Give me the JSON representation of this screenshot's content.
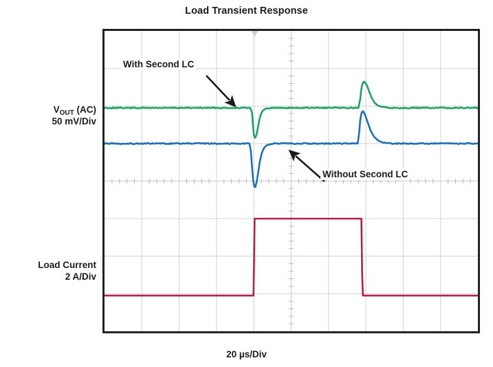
{
  "figure": {
    "title": "Load Transient Response",
    "x_caption": "20 µs/Div",
    "y_caption_vout_line1_main": "V",
    "y_caption_vout_line1_sub": "OUT",
    "y_caption_vout_line1_tail": " (AC)",
    "y_caption_vout_line2": "50 mV/Div",
    "y_caption_iload_line1": "Load Current",
    "y_caption_iload_line2": "2 A/Div"
  },
  "annotations": [
    {
      "name": "with-second-lc",
      "label": "With Second LC"
    },
    {
      "name": "without-second-lc",
      "label": "Without Second LC"
    }
  ],
  "colors": {
    "trace_green": "#1da362",
    "trace_blue": "#1c6fb8",
    "trace_crimson": "#b52049",
    "frame": "#232323",
    "grid_major": "#d2d2d2",
    "grid_tick": "#b9b9b9",
    "text": "#1b1b1b",
    "background": "#ffffff"
  },
  "chart_data": {
    "type": "line",
    "title": "Load Transient Response",
    "xlabel": "20 µs/Div",
    "ylabel": "",
    "grid": true,
    "legend": "annotation-arrows",
    "x_divisions": 10,
    "y_divisions": 8,
    "x_units_per_div": 20,
    "x_unit": "µs",
    "xlim_us": [
      -100,
      100
    ],
    "axes_note": "Oscilloscope capture: 10 horizontal divisions at 20 us/div, 8 vertical divisions; center crosshair at division 5 horizontal, division 4 vertical.",
    "series": [
      {
        "name": "With Second LC",
        "color": "#1da362",
        "units_per_div": 50,
        "unit": "mV",
        "channel_label": "VOUT (AC) 50 mV/Div",
        "baseline_div_from_top": 2.05,
        "undershoot_mV": -40,
        "overshoot_mV": 35,
        "points_us_mV": [
          [
            -100,
            0
          ],
          [
            -70,
            0
          ],
          [
            -45,
            0
          ],
          [
            -30,
            0
          ],
          [
            -24,
            0
          ],
          [
            -22,
            0
          ],
          [
            -21,
            -6
          ],
          [
            -20.5,
            -22
          ],
          [
            -20,
            -36
          ],
          [
            -19.4,
            -40
          ],
          [
            -18.6,
            -36
          ],
          [
            -17.8,
            -26
          ],
          [
            -17,
            -15
          ],
          [
            -16,
            -7
          ],
          [
            -15,
            -3
          ],
          [
            -13.5,
            -1
          ],
          [
            -11,
            0
          ],
          [
            -5,
            0
          ],
          [
            5,
            0
          ],
          [
            15,
            0
          ],
          [
            25,
            0
          ],
          [
            33,
            0
          ],
          [
            36,
            0
          ],
          [
            37,
            12
          ],
          [
            37.6,
            26
          ],
          [
            38.4,
            34
          ],
          [
            39.2,
            35
          ],
          [
            40.4,
            31
          ],
          [
            41.6,
            23
          ],
          [
            43,
            14
          ],
          [
            44.6,
            7
          ],
          [
            46.4,
            3
          ],
          [
            49,
            1
          ],
          [
            53,
            0
          ],
          [
            62,
            0
          ],
          [
            78,
            0
          ],
          [
            100,
            0
          ]
        ]
      },
      {
        "name": "Without Second LC",
        "color": "#1c6fb8",
        "units_per_div": 50,
        "unit": "mV",
        "channel_label": "VOUT (AC) 50 mV/Div",
        "baseline_div_from_top": 3.0,
        "undershoot_mV": -58,
        "overshoot_mV": 43,
        "points_us_mV": [
          [
            -100,
            0
          ],
          [
            -70,
            0
          ],
          [
            -45,
            0
          ],
          [
            -30,
            0
          ],
          [
            -24,
            0
          ],
          [
            -22.4,
            0
          ],
          [
            -21.6,
            -10
          ],
          [
            -21,
            -30
          ],
          [
            -20.4,
            -48
          ],
          [
            -19.8,
            -57
          ],
          [
            -19.2,
            -58
          ],
          [
            -18.4,
            -50
          ],
          [
            -17.6,
            -37
          ],
          [
            -16.8,
            -24
          ],
          [
            -15.8,
            -13
          ],
          [
            -14.6,
            -6
          ],
          [
            -13.2,
            -2
          ],
          [
            -11.5,
            -1
          ],
          [
            -9,
            0
          ],
          [
            0,
            0
          ],
          [
            12,
            0
          ],
          [
            24,
            0
          ],
          [
            33,
            0
          ],
          [
            35.6,
            0
          ],
          [
            36.4,
            14
          ],
          [
            37,
            32
          ],
          [
            37.8,
            42
          ],
          [
            38.6,
            43
          ],
          [
            39.6,
            38
          ],
          [
            41,
            28
          ],
          [
            42.6,
            17
          ],
          [
            44.4,
            9
          ],
          [
            46.6,
            4
          ],
          [
            49.4,
            1
          ],
          [
            54,
            0
          ],
          [
            66,
            0
          ],
          [
            84,
            0
          ],
          [
            100,
            0
          ]
        ]
      },
      {
        "name": "Load Current",
        "color": "#b52049",
        "units_per_div": 2,
        "unit": "A",
        "channel_label": "Load Current 2 A/Div",
        "low_level_div_from_top": 7.05,
        "high_level_div_from_top": 5.0,
        "step_amplitude_A": 4.1,
        "rising_edge_us": -19.6,
        "falling_edge_us": 38.0,
        "points_us_A": [
          [
            -100,
            0
          ],
          [
            -40,
            0
          ],
          [
            -21,
            0
          ],
          [
            -20.2,
            0
          ],
          [
            -19.9,
            1.8
          ],
          [
            -19.6,
            4.1
          ],
          [
            -19.2,
            4.1
          ],
          [
            0,
            4.1
          ],
          [
            20,
            4.1
          ],
          [
            36,
            4.1
          ],
          [
            37.6,
            4.1
          ],
          [
            38.0,
            1.2
          ],
          [
            38.4,
            0
          ],
          [
            40,
            0
          ],
          [
            60,
            0
          ],
          [
            85,
            0
          ],
          [
            100,
            0
          ]
        ]
      }
    ]
  }
}
